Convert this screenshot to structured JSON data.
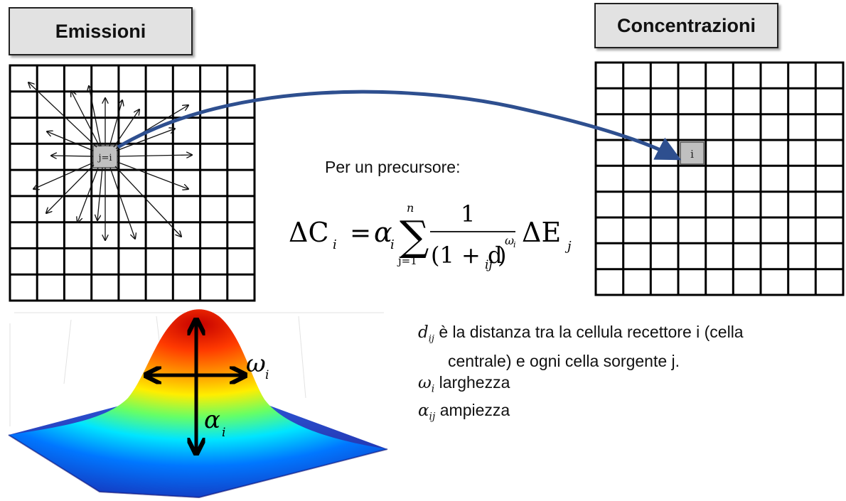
{
  "titles": {
    "left": "Emissioni",
    "right": "Concentrazioni"
  },
  "cells": {
    "source": "j=i",
    "receptor": "i"
  },
  "subtitle": "Per un precursore:",
  "formula": {
    "lhs": "ΔC",
    "lhs_sub": "i",
    "equals": "=",
    "coef": "α",
    "coef_sub": "i",
    "sum": "∑",
    "sum_upper": "n",
    "sum_lower": "j=1",
    "numerator": "1",
    "denominator": "(1 + d",
    "denominator_sub": "ij",
    "denominator_close": ")",
    "exponent": "ω",
    "exponent_sub": "i",
    "rhs": "ΔE",
    "rhs_sub": "j"
  },
  "surface_labels": {
    "width": "ω",
    "width_sub": "i",
    "amplitude": "α",
    "amplitude_sub": "i"
  },
  "legend": {
    "d_sym": "d",
    "d_sub": "ij",
    "d_text_1": " è la distanza tra la cellula recettore i (cella",
    "d_text_2": "centrale) e ogni cella sorgente j.",
    "omega_sym": "ω",
    "omega_sub": "i",
    "omega_text": " larghezza",
    "alpha_sym": "α",
    "alpha_sub": "ij",
    "alpha_text": " ampiezza"
  },
  "colors": {
    "arc": "#2e4f8f",
    "cell_fill": "#c0c0c0",
    "grid": "#000000",
    "title_bg": "#e2e2e2"
  }
}
